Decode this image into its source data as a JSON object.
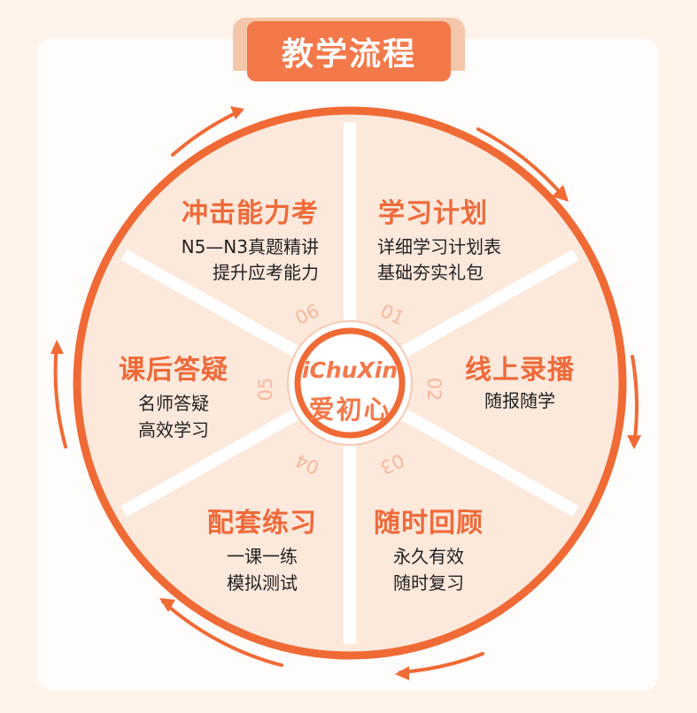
{
  "title": "教学流程",
  "logo": {
    "en": "iChuXin",
    "cn": "爱初心"
  },
  "steps": [
    {
      "num": "01",
      "title": "学习计划",
      "lines": [
        "详细学习计划表",
        "基础夯实礼包"
      ]
    },
    {
      "num": "02",
      "title": "线上录播",
      "lines": [
        "随报随学"
      ]
    },
    {
      "num": "03",
      "title": "随时回顾",
      "lines": [
        "永久有效",
        "随时复习"
      ]
    },
    {
      "num": "04",
      "title": "配套练习",
      "lines": [
        "一课一练",
        "模拟测试"
      ]
    },
    {
      "num": "05",
      "title": "课后答疑",
      "lines": [
        "名师答疑",
        "高效学习"
      ]
    },
    {
      "num": "06",
      "title": "冲击能力考",
      "lines": [
        "N5—N3真题精讲",
        "提升应考能力"
      ]
    }
  ],
  "colors": {
    "accent": "#f3784a",
    "ring": "#f06a35",
    "wheel_fill": "#fde8dc",
    "number": "#f6b79e",
    "text": "#222222"
  }
}
